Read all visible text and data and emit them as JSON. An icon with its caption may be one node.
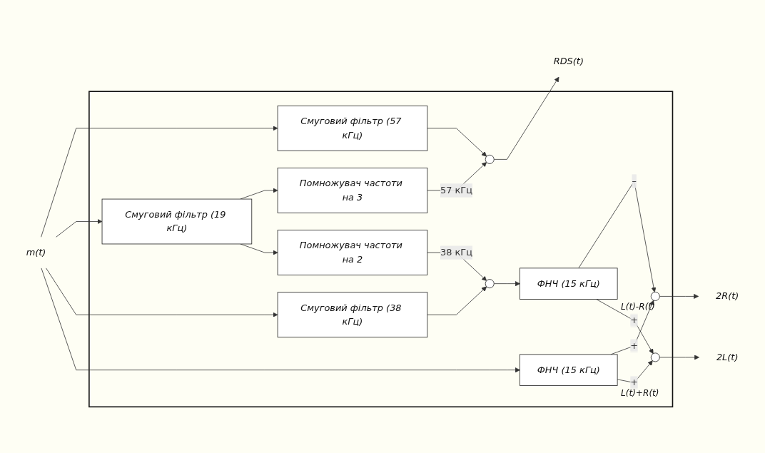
{
  "diagram": {
    "nodes": [
      {
        "text": [],
        "shape": "box"
      },
      {
        "text": [
          "m(t)"
        ]
      },
      {
        "text": [
          "Смуговий фільтр (57 кГц)"
        ],
        "in": 0
      },
      {
        "text": [],
        "shape": "circle",
        "in": 0
      },
      {
        "text": [
          "RDS(t)"
        ]
      },
      {
        "text": [
          "Помножувач частоти на 3"
        ],
        "in": 0
      },
      {
        "text": [
          "Смуговий фільтр (19 кГц)"
        ],
        "in": 0
      },
      {
        "text": [
          "Помножувач частоти на 2"
        ],
        "in": 0
      },
      {
        "text": [
          "Смуговий фільтр (38 кГц)"
        ],
        "in": 0
      },
      {
        "text": [],
        "shape": "circle",
        "in": 0
      },
      {
        "text": [
          "ФНЧ (15 кГц)"
        ],
        "beside": [
          "L(t)-R(t)"
        ],
        "in": 0
      },
      {
        "text": [],
        "shape": "circle",
        "in": 0
      },
      {
        "text": [
          "2R(t)"
        ]
      },
      {
        "text": [
          "ФНЧ (15 кГц)"
        ],
        "beside": [
          "L(t)+R(t)"
        ],
        "in": 0
      },
      {
        "text": [],
        "shape": "circle",
        "in": 0
      },
      {
        "text": [
          "2L(t)"
        ]
      }
    ],
    "edges": [
      {
        "from": 1,
        "to": 2,
        "arrow": "to"
      },
      {
        "from": 1,
        "to": 6,
        "arrow": "to"
      },
      {
        "from": 1,
        "to": 8,
        "arrow": "to"
      },
      {
        "from": 1,
        "to": 13,
        "arrow": "to"
      },
      {
        "from": 2,
        "to": 3,
        "arrow": "to"
      },
      {
        "from": 3,
        "to": 4,
        "arrow": "to"
      },
      {
        "from": 6,
        "to": 5,
        "arrow": "to"
      },
      {
        "from": 6,
        "to": 7,
        "arrow": "to"
      },
      {
        "from": 5,
        "to": 3,
        "label": "57 кГц",
        "arrow": "to"
      },
      {
        "from": 7,
        "to": 9,
        "label": "38 кГц",
        "arrow": "to"
      },
      {
        "from": 8,
        "to": 9,
        "arrow": "to"
      },
      {
        "from": 9,
        "to": 10,
        "arrow": "to"
      },
      {
        "from": 10,
        "to": 11,
        "label": "–",
        "arrow": "to"
      },
      {
        "from": 10,
        "to": 14,
        "label": "+",
        "arrow": "to"
      },
      {
        "from": 13,
        "to": 11,
        "label": "+",
        "arrow": "to"
      },
      {
        "from": 13,
        "to": 14,
        "label": "+",
        "arrow": "to"
      },
      {
        "from": 11,
        "to": 12,
        "arrow": "to"
      },
      {
        "from": 14,
        "to": 15,
        "arrow": "to"
      }
    ]
  }
}
